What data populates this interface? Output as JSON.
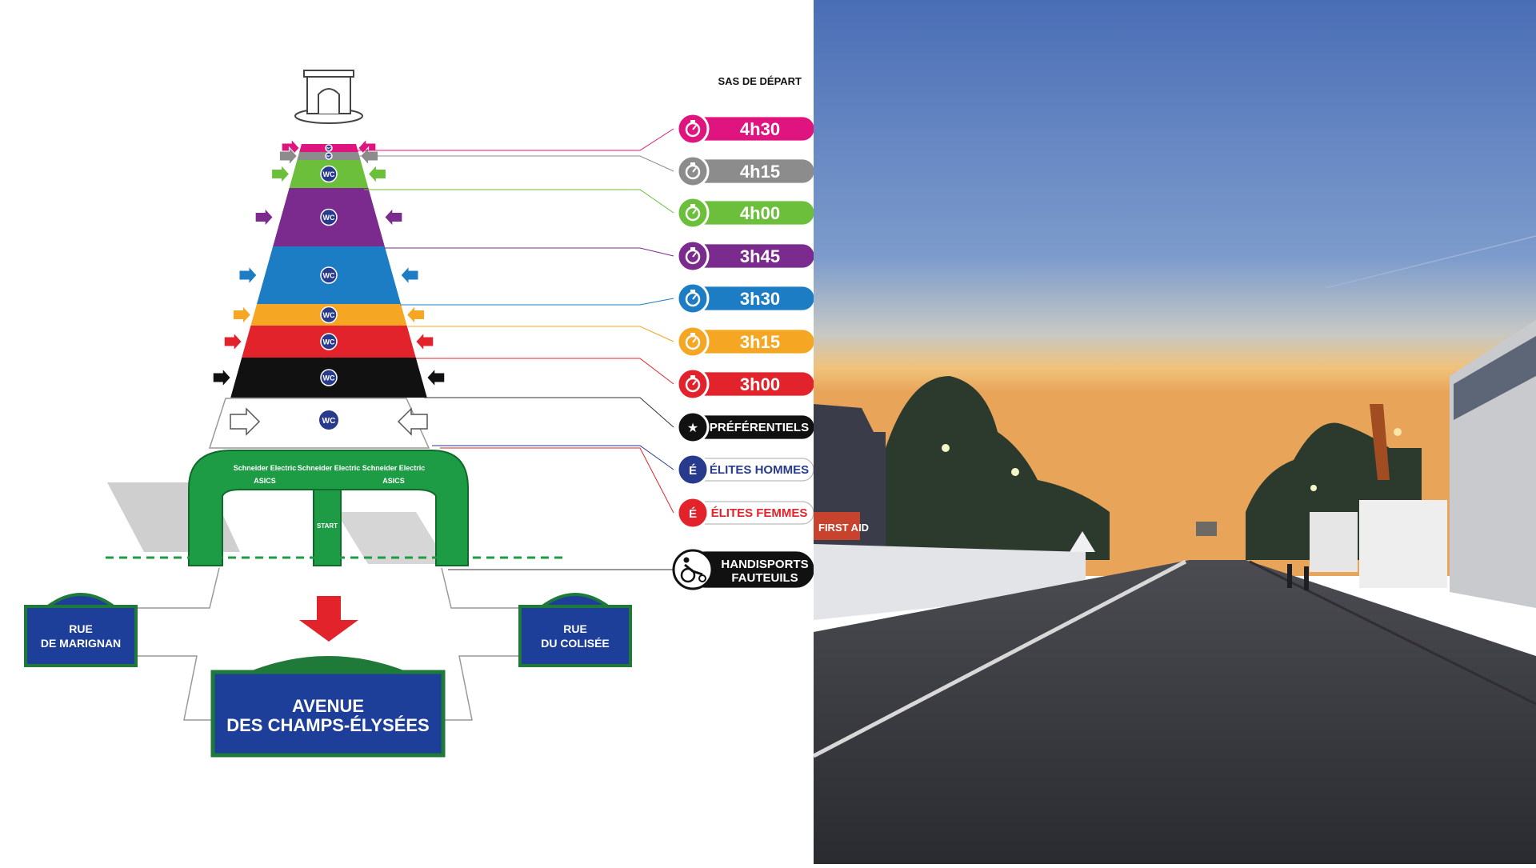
{
  "diagram": {
    "header": "SAS DE DÉPART",
    "pens": [
      {
        "label": "4h30",
        "icon": "stopwatch-icon",
        "color": "#e0147f",
        "text_color": "#ffffff"
      },
      {
        "label": "4h15",
        "icon": "stopwatch-icon",
        "color": "#8c8c8c",
        "text_color": "#ffffff"
      },
      {
        "label": "4h00",
        "icon": "stopwatch-icon",
        "color": "#6cbf3a",
        "text_color": "#ffffff"
      },
      {
        "label": "3h45",
        "icon": "stopwatch-icon",
        "color": "#7b2a8e",
        "text_color": "#ffffff"
      },
      {
        "label": "3h30",
        "icon": "stopwatch-icon",
        "color": "#1c7cc4",
        "text_color": "#ffffff"
      },
      {
        "label": "3h15",
        "icon": "stopwatch-icon",
        "color": "#f5a623",
        "text_color": "#ffffff"
      },
      {
        "label": "3h00",
        "icon": "stopwatch-icon",
        "color": "#e3232b",
        "text_color": "#ffffff"
      },
      {
        "label": "PRÉFÉRENTIELS",
        "icon": "star-icon",
        "color": "#111111",
        "text_color": "#ffffff"
      },
      {
        "label": "ÉLITES HOMMES",
        "icon": "elite-men-icon",
        "color": "#ffffff",
        "text_color": "#283a8c",
        "badge": "É",
        "badge_color": "#283a8c"
      },
      {
        "label": "ÉLITES FEMMES",
        "icon": "elite-women-icon",
        "color": "#ffffff",
        "text_color": "#e3232b",
        "badge": "É",
        "badge_color": "#e3232b"
      },
      {
        "label_line1": "HANDISPORTS",
        "label_line2": "FAUTEUILS",
        "icon": "wheelchair-icon",
        "color": "#111111",
        "text_color": "#ffffff"
      }
    ],
    "wc_label": "WC",
    "streets": {
      "left_line1": "RUE",
      "left_line2": "DE MARIGNAN",
      "right_line1": "RUE",
      "right_line2": "DU COLISÉE",
      "main_line1": "AVENUE",
      "main_line2": "DES CHAMPS-ÉLYSÉES"
    },
    "arch": {
      "sponsor": "Schneider Electric",
      "sub": "ASICS",
      "start": "START"
    },
    "colors": {
      "sign_blue": "#1d3f9a",
      "sign_green": "#1f7a3a",
      "arch_green": "#1e9b45",
      "arrow_red": "#e3232b"
    }
  },
  "photo": {
    "tent_sign": "FIRST AID"
  }
}
